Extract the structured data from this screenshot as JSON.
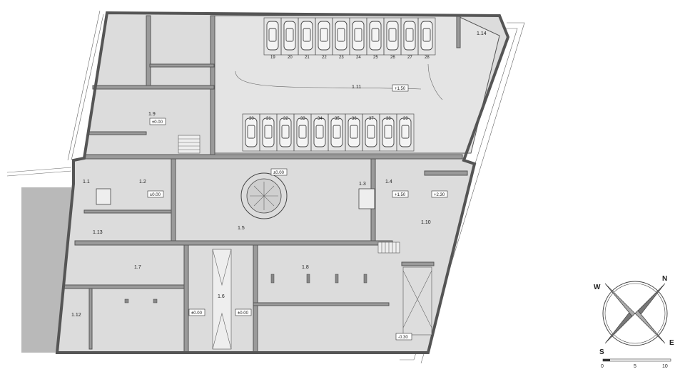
{
  "rooms": [
    {
      "id": "r_1_1",
      "label": "1.1"
    },
    {
      "id": "r_1_2",
      "label": "1.2"
    },
    {
      "id": "r_1_3",
      "label": "1.3"
    },
    {
      "id": "r_1_4",
      "label": "1.4"
    },
    {
      "id": "r_1_5",
      "label": "1.5"
    },
    {
      "id": "r_1_6",
      "label": "1.6"
    },
    {
      "id": "r_1_7",
      "label": "1.7"
    },
    {
      "id": "r_1_8",
      "label": "1.8"
    },
    {
      "id": "r_1_9",
      "label": "1.9"
    },
    {
      "id": "r_1_10",
      "label": "1.10"
    },
    {
      "id": "r_1_11",
      "label": "1.11"
    },
    {
      "id": "r_1_12",
      "label": "1.12"
    },
    {
      "id": "r_1_13",
      "label": "1.13"
    },
    {
      "id": "r_1_14",
      "label": "1.14"
    }
  ],
  "elevations": {
    "e_19": "±0.00",
    "e_12": "±0.00",
    "e_15": "±0.00",
    "e_16a": "±0.00",
    "e_16b": "±0.00",
    "e_111": "+1.50",
    "e_14": "+1.50",
    "e_110": "+2.30",
    "e_stair": "-0.30"
  },
  "parking_top": [
    "19",
    "20",
    "21",
    "22",
    "23",
    "24",
    "25",
    "26",
    "27",
    "28"
  ],
  "parking_bottom": [
    "30",
    "31",
    "32",
    "33",
    "34",
    "35",
    "36",
    "37",
    "38",
    "39"
  ],
  "compass": {
    "n": "N",
    "e": "E",
    "s": "S",
    "w": "W"
  },
  "scale": {
    "labels": [
      "0",
      "5",
      "10"
    ]
  }
}
